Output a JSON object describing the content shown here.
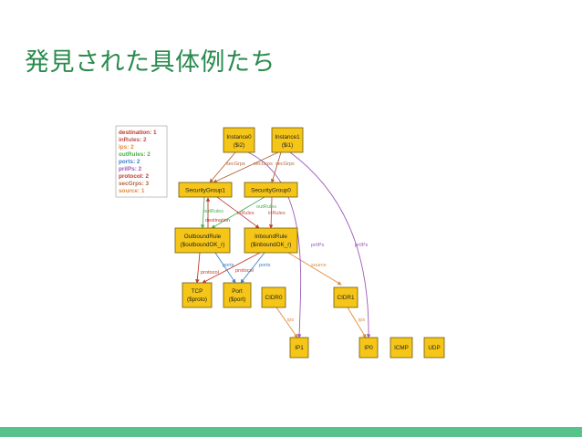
{
  "slide": {
    "title": "発見された具体例たち"
  },
  "legend": [
    {
      "text": "destination: 1",
      "color": "#c0392b"
    },
    {
      "text": "inRules: 2",
      "color": "#c0504d"
    },
    {
      "text": "ips: 2",
      "color": "#e08a3c"
    },
    {
      "text": "outRules: 2",
      "color": "#4caf50"
    },
    {
      "text": "ports: 2",
      "color": "#3b7fc4"
    },
    {
      "text": "priIPs: 2",
      "color": "#9b59b6"
    },
    {
      "text": "protocol: 2",
      "color": "#c0392b"
    },
    {
      "text": "secGrps: 3",
      "color": "#b5643c"
    },
    {
      "text": "source: 1",
      "color": "#e08a3c"
    }
  ],
  "nodes": {
    "instance0": {
      "line1": "Instance0",
      "line2": "($i2)"
    },
    "instance1": {
      "line1": "Instance1",
      "line2": "($i1)"
    },
    "securitygroup1": {
      "line1": "SecurityGroup1"
    },
    "securitygroup0": {
      "line1": "SecurityGroup0"
    },
    "outboundrule": {
      "line1": "OutboundRule",
      "line2": "($outboundOK_r)"
    },
    "inboundrule": {
      "line1": "InboundRule",
      "line2": "($inboundOK_r)"
    },
    "tcp": {
      "line1": "TCP",
      "line2": "($proto)"
    },
    "port": {
      "line1": "Port",
      "line2": "($port)"
    },
    "cidr0": {
      "line1": "CIDR0"
    },
    "cidr1": {
      "line1": "CIDR1"
    },
    "ip1": {
      "line1": "IP1"
    },
    "ip0": {
      "line1": "IP0"
    },
    "icmp": {
      "line1": "ICMP"
    },
    "udp": {
      "line1": "UDP"
    }
  },
  "edge_labels": {
    "secgrps_a": "secGrps",
    "secgrps_b": "secGrps",
    "secgrps_c": "secGrps",
    "outrules_a": "outRules",
    "outrules_b": "outRules",
    "inrules_a": "inRules",
    "inrules_b": "inRules",
    "destination": "destination",
    "ports_a": "ports",
    "ports_b": "ports",
    "protocol_a": "protocol",
    "protocol_b": "protocol",
    "source": "source",
    "priips_a": "priIPs",
    "priips_b": "priIPs",
    "ips_a": "ips",
    "ips_b": "ips"
  },
  "colors": {
    "secGrps": "#b5643c",
    "outRules": "#4caf50",
    "inRules": "#c0504d",
    "destination": "#c0392b",
    "ports": "#3b7fc4",
    "protocol": "#c0392b",
    "source": "#e08a3c",
    "priIPs": "#9b59b6",
    "ips": "#e08a3c",
    "title": "#2a8a4e",
    "bar": "#57c28a",
    "node": "#f5c518"
  }
}
